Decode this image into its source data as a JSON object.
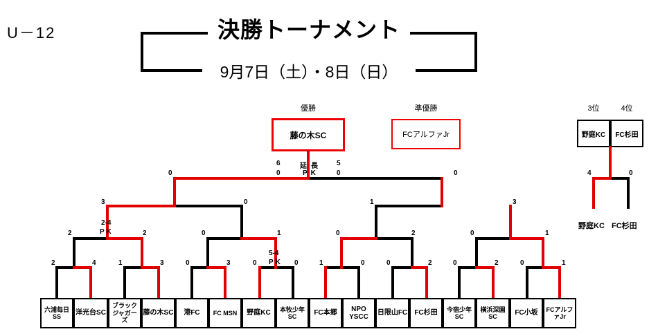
{
  "header": {
    "category": "U－12",
    "title": "決勝トーナメント",
    "date": "9月7日（土）・8日（日）"
  },
  "podium": {
    "winner_label": "優勝",
    "winner": "藤の木SC",
    "runner_up_label": "準優勝",
    "runner_up": "FCアルファJr",
    "third_label": "3位",
    "fourth_label": "4位",
    "third_box": "野庭KC",
    "fourth_box": "FC杉田",
    "playoff_score_left": "4",
    "playoff_score_right": "0",
    "playoff_team_left": "野庭KC",
    "playoff_team_right": "FC杉田"
  },
  "final": {
    "extra_time_label": "延長",
    "pk_label": "PK",
    "et_left": "6",
    "et_right": "5",
    "pk_left": "0",
    "pk_right": "0",
    "score_left": "0",
    "score_right": "0"
  },
  "scores": {
    "sf_left_a": "3",
    "sf_left_b": "0",
    "sf_right_a": "1",
    "sf_right_b": "3",
    "qf1_a": "2",
    "qf1_b": "2",
    "qf1_pk": "2-4",
    "qf1_pk_label": "PK",
    "qf2_a": "0",
    "qf2_b": "1",
    "qf3_a": "0",
    "qf3_b": "2",
    "qf4_a": "0",
    "qf4_b": "1",
    "r1_1a": "2",
    "r1_1b": "4",
    "r1_2a": "1",
    "r1_2b": "3",
    "r1_3a": "0",
    "r1_3b": "3",
    "r1_4a": "0",
    "r1_4b": "0",
    "r1_4pk": "5-4",
    "r1_4pk_label": "PK",
    "r1_5a": "1",
    "r1_5b": "0",
    "r1_6a": "0",
    "r1_6b": "2",
    "r1_7a": "0",
    "r1_7b": "2",
    "r1_8a": "0",
    "r1_8b": "1"
  },
  "teams": [
    "六浦毎日SS",
    "洋光台SC",
    "ブラックジャガーズ",
    "藤の木SC",
    "港FC",
    "FC MSN",
    "野庭KC",
    "本牧少年SC",
    "FC本郷",
    "NPO YSCC",
    "日限山FC",
    "FC杉田",
    "今宿少年SC",
    "横浜深園SC",
    "FC小坂",
    "FCアルファJr"
  ],
  "colors": {
    "winner_path": "#e00000",
    "line": "#000000"
  }
}
